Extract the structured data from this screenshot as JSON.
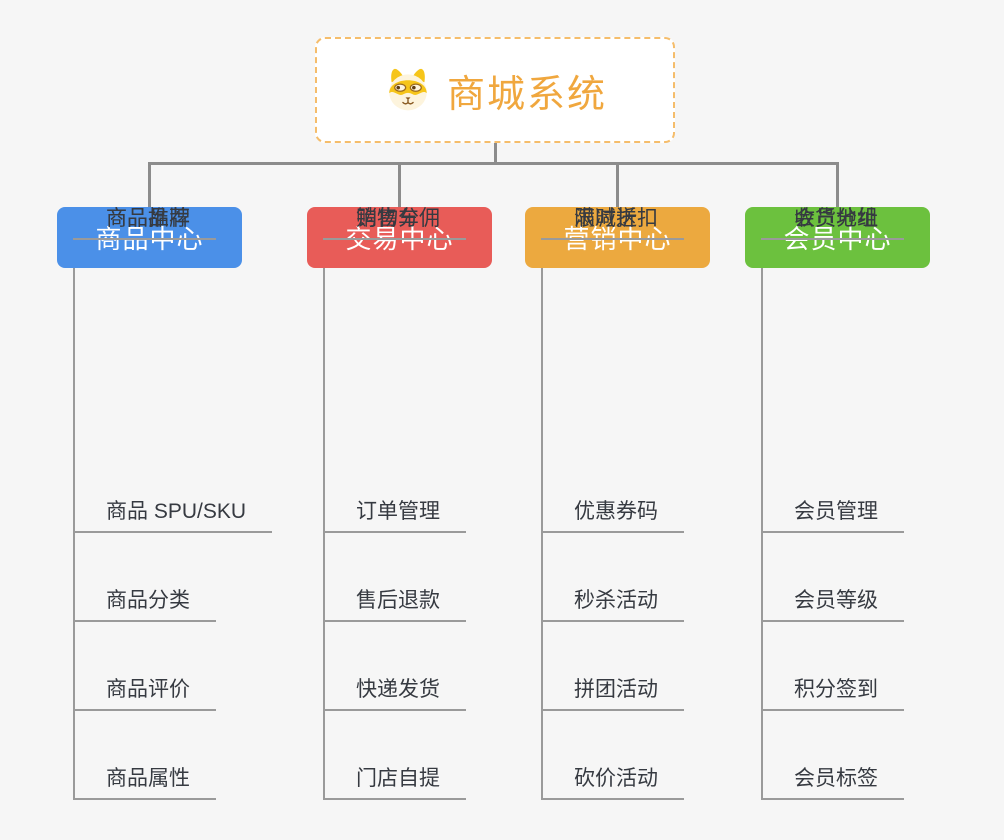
{
  "root": {
    "title": "商城系统",
    "icon": "dog-face-icon"
  },
  "colors": {
    "background": "#f6f6f6",
    "root_border": "#f5bd6b",
    "root_text": "#f0a73e",
    "connector": "#8c8c8c",
    "item_line": "#9a9a9a",
    "item_text": "#363a41"
  },
  "branches": [
    {
      "label": "商品中心",
      "color": "#4b90e8",
      "items": [
        "商品 SPU/SKU",
        "商品分类",
        "商品评价",
        "商品属性",
        "商品推荐",
        "商品品牌"
      ]
    },
    {
      "label": "交易中心",
      "color": "#e85c58",
      "items": [
        "订单管理",
        "售后退款",
        "快递发货",
        "门店自提",
        "购物车",
        "销售分佣"
      ]
    },
    {
      "label": "营销中心",
      "color": "#eca93f",
      "items": [
        "优惠券码",
        "秒杀活动",
        "拼团活动",
        "砍价活动",
        "限时折扣",
        "满减送"
      ]
    },
    {
      "label": "会员中心",
      "color": "#6cc13e",
      "items": [
        "会员管理",
        "会员等级",
        "积分签到",
        "会员标签",
        "会员分组",
        "收货地址"
      ]
    }
  ]
}
